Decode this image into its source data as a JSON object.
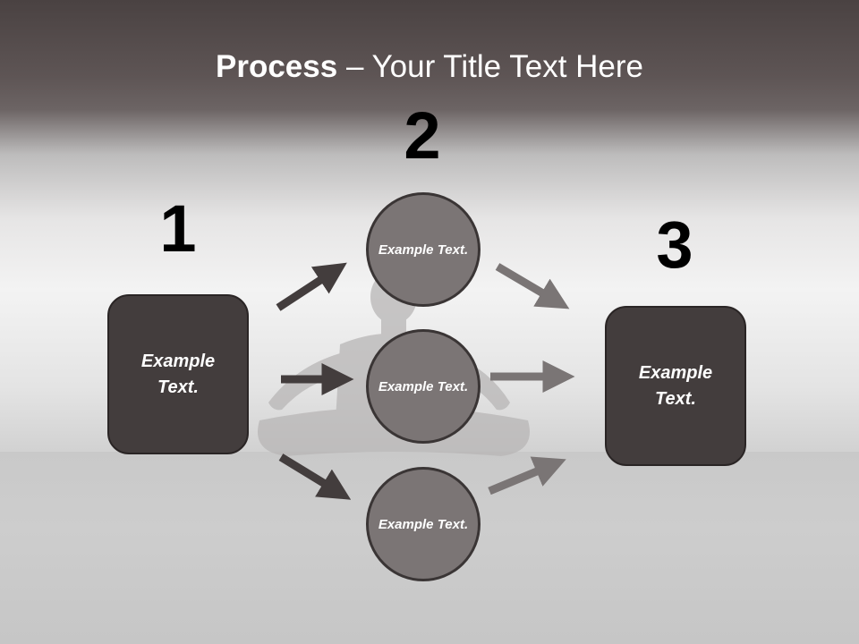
{
  "title": {
    "bold": "Process",
    "rest": " – Your Title Text Here"
  },
  "steps": [
    {
      "number": "1",
      "text": "Example Text."
    },
    {
      "number": "2",
      "text": "Example Text."
    },
    {
      "number": "3",
      "text": "Example Text."
    }
  ],
  "circles": [
    {
      "text": "Example Text."
    },
    {
      "text": "Example Text."
    },
    {
      "text": "Example Text."
    }
  ],
  "colors": {
    "box": "#433d3d",
    "circle": "#7b7575",
    "arrow_dark": "#433d3d",
    "arrow_light": "#7a7575"
  }
}
